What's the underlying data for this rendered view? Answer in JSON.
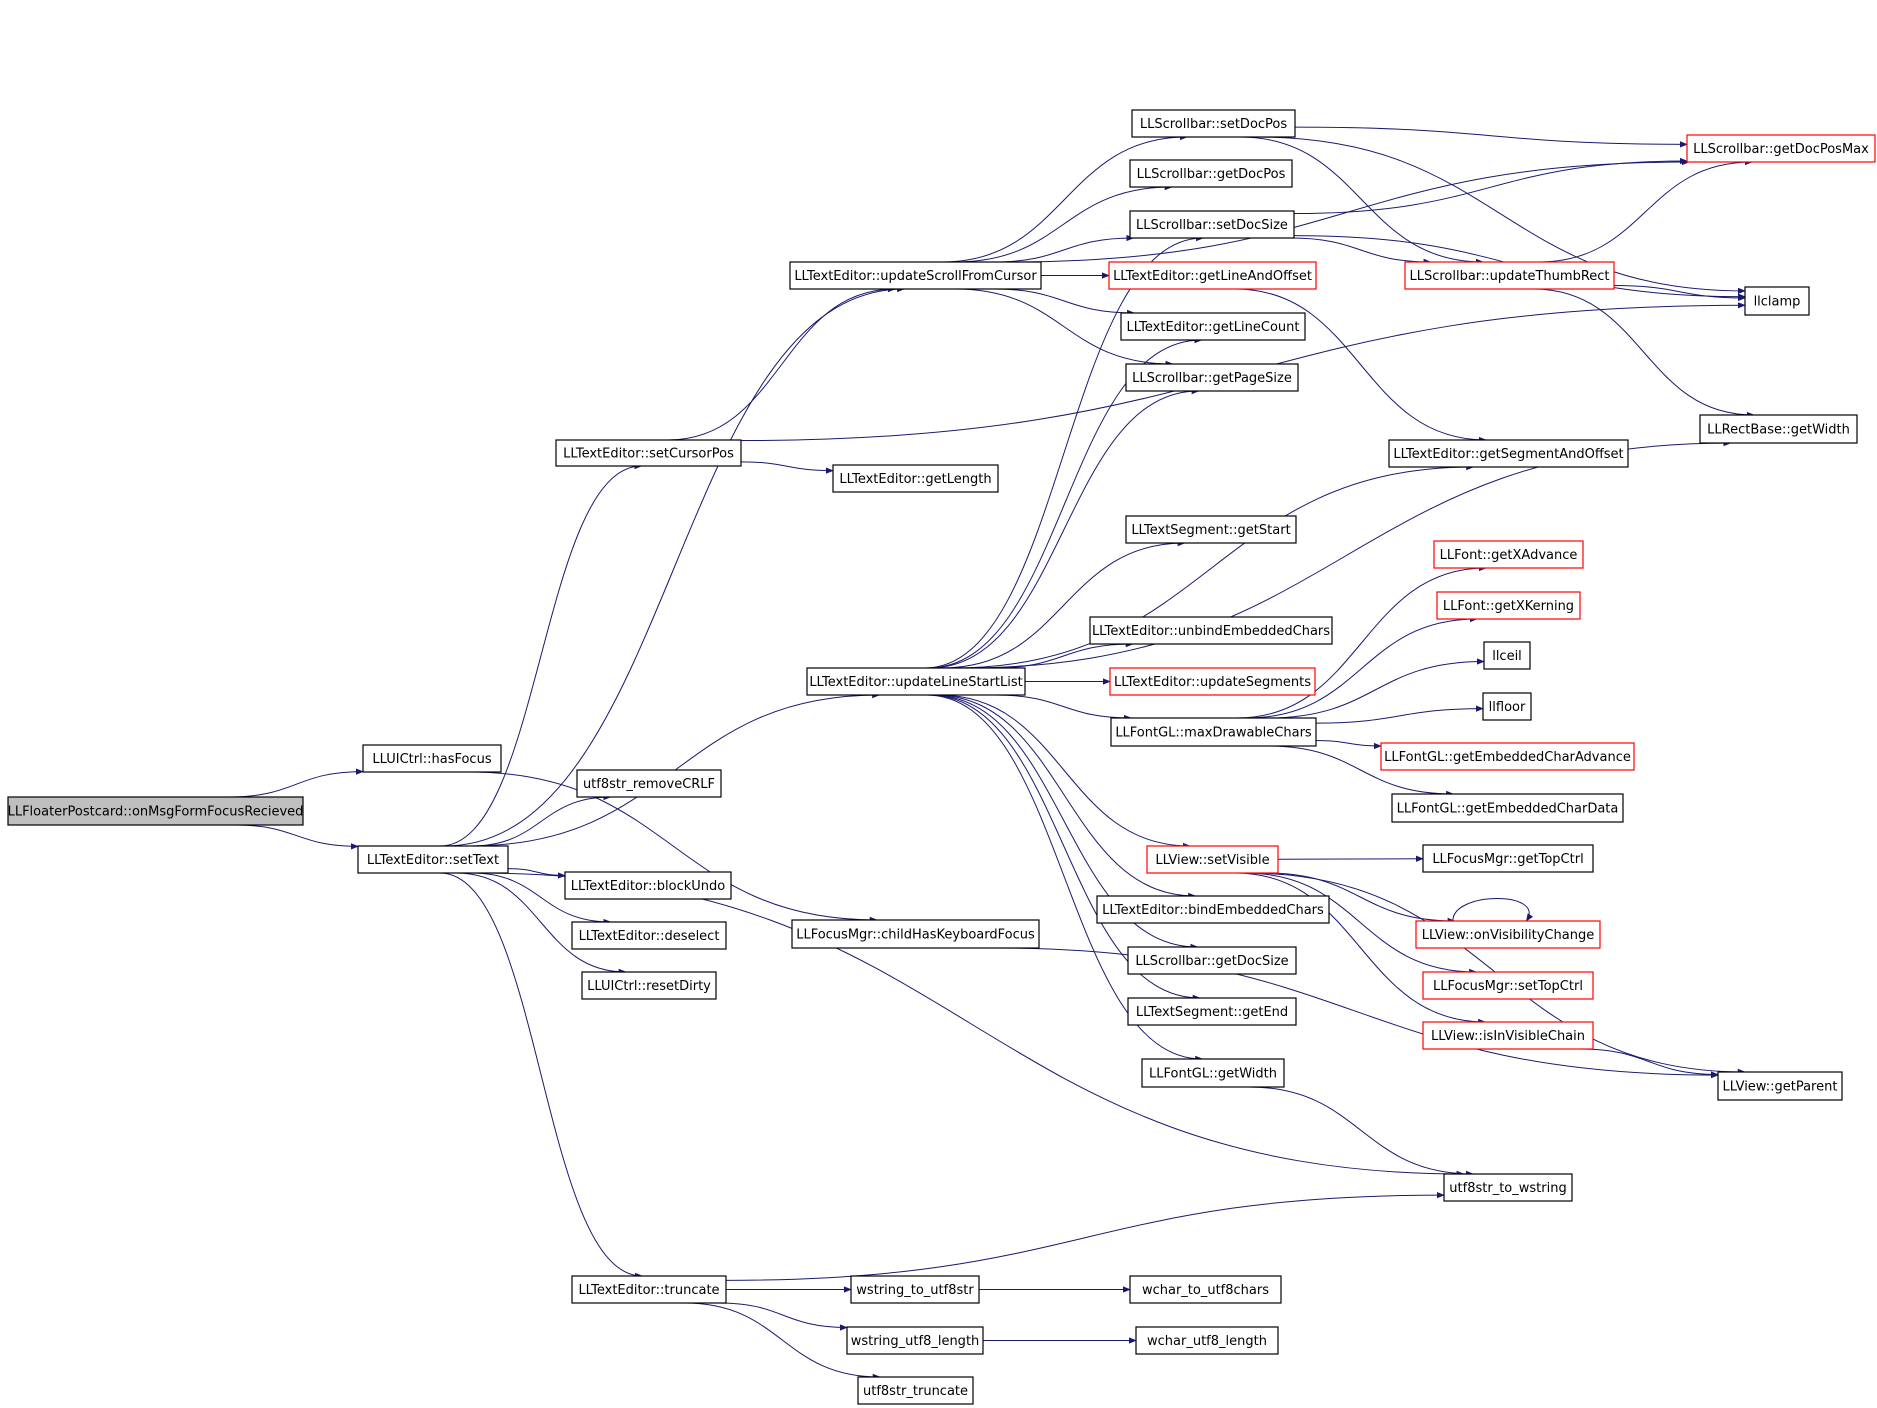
{
  "colors": {
    "edge": "#191970",
    "node_border": "#000000",
    "truncated_node_border": "#ff0000",
    "root_fill": "#bfbfbf"
  },
  "nodes": [
    {
      "id": "root",
      "label": "LLFloaterPostcard::onMsgFormFocusRecieved",
      "root": true
    },
    {
      "id": "hasFocus",
      "label": "LLUICtrl::hasFocus"
    },
    {
      "id": "setText",
      "label": "LLTextEditor::setText"
    },
    {
      "id": "updateScrollFromCursor",
      "label": "LLTextEditor::updateScrollFromCursor"
    },
    {
      "id": "setCursorPos",
      "label": "LLTextEditor::setCursorPos"
    },
    {
      "id": "removeCRLF",
      "label": "utf8str_removeCRLF"
    },
    {
      "id": "blockUndo",
      "label": "LLTextEditor::blockUndo"
    },
    {
      "id": "deselect",
      "label": "LLTextEditor::deselect"
    },
    {
      "id": "resetDirty",
      "label": "LLUICtrl::resetDirty"
    },
    {
      "id": "truncate",
      "label": "LLTextEditor::truncate"
    },
    {
      "id": "getLength",
      "label": "LLTextEditor::getLength"
    },
    {
      "id": "updateLineStartList",
      "label": "LLTextEditor::updateLineStartList"
    },
    {
      "id": "childHasKeyboardFocus",
      "label": "LLFocusMgr::childHasKeyboardFocus"
    },
    {
      "id": "wstringToUtf8str",
      "label": "wstring_to_utf8str"
    },
    {
      "id": "wstringUtf8Length",
      "label": "wstring_utf8_length"
    },
    {
      "id": "utf8strTruncate",
      "label": "utf8str_truncate"
    },
    {
      "id": "sbSetDocPos",
      "label": "LLScrollbar::setDocPos"
    },
    {
      "id": "sbGetDocPos",
      "label": "LLScrollbar::getDocPos"
    },
    {
      "id": "sbSetDocSize",
      "label": "LLScrollbar::setDocSize"
    },
    {
      "id": "getLineAndOffset",
      "label": "LLTextEditor::getLineAndOffset",
      "truncated": true
    },
    {
      "id": "getLineCount",
      "label": "LLTextEditor::getLineCount"
    },
    {
      "id": "sbGetPageSize",
      "label": "LLScrollbar::getPageSize"
    },
    {
      "id": "segGetStart",
      "label": "LLTextSegment::getStart"
    },
    {
      "id": "unbindEmbeddedChars",
      "label": "LLTextEditor::unbindEmbeddedChars"
    },
    {
      "id": "updateSegments",
      "label": "LLTextEditor::updateSegments",
      "truncated": true
    },
    {
      "id": "maxDrawableChars",
      "label": "LLFontGL::maxDrawableChars"
    },
    {
      "id": "setVisible",
      "label": "LLView::setVisible",
      "truncated": true
    },
    {
      "id": "bindEmbeddedChars",
      "label": "LLTextEditor::bindEmbeddedChars"
    },
    {
      "id": "sbGetDocSize",
      "label": "LLScrollbar::getDocSize"
    },
    {
      "id": "segGetEnd",
      "label": "LLTextSegment::getEnd"
    },
    {
      "id": "fontGetWidth",
      "label": "LLFontGL::getWidth"
    },
    {
      "id": "wcharToUtf8chars",
      "label": "wchar_to_utf8chars"
    },
    {
      "id": "wcharUtf8Length",
      "label": "wchar_utf8_length"
    },
    {
      "id": "getDocPosMax",
      "label": "LLScrollbar::getDocPosMax",
      "truncated": true
    },
    {
      "id": "updateThumbRect",
      "label": "LLScrollbar::updateThumbRect",
      "truncated": true
    },
    {
      "id": "getSegmentAndOffset",
      "label": "LLTextEditor::getSegmentAndOffset"
    },
    {
      "id": "getXAdvance",
      "label": "LLFont::getXAdvance",
      "truncated": true
    },
    {
      "id": "getXKerning",
      "label": "LLFont::getXKerning",
      "truncated": true
    },
    {
      "id": "llceil",
      "label": "llceil"
    },
    {
      "id": "llfloor",
      "label": "llfloor"
    },
    {
      "id": "getEmbeddedCharAdvance",
      "label": "LLFontGL::getEmbeddedCharAdvance",
      "truncated": true
    },
    {
      "id": "getEmbeddedCharData",
      "label": "LLFontGL::getEmbeddedCharData"
    },
    {
      "id": "getTopCtrl",
      "label": "LLFocusMgr::getTopCtrl"
    },
    {
      "id": "onVisibilityChange",
      "label": "LLView::onVisibilityChange",
      "truncated": true
    },
    {
      "id": "setTopCtrl",
      "label": "LLFocusMgr::setTopCtrl",
      "truncated": true
    },
    {
      "id": "isInVisibleChain",
      "label": "LLView::isInVisibleChain",
      "truncated": true
    },
    {
      "id": "utf8strToWstring",
      "label": "utf8str_to_wstring"
    },
    {
      "id": "llclamp",
      "label": "llclamp"
    },
    {
      "id": "rectGetWidth",
      "label": "LLRectBase::getWidth"
    },
    {
      "id": "getParent",
      "label": "LLView::getParent"
    }
  ],
  "edges": [
    [
      "root",
      "hasFocus"
    ],
    [
      "root",
      "setText"
    ],
    [
      "hasFocus",
      "childHasKeyboardFocus"
    ],
    [
      "setText",
      "updateScrollFromCursor"
    ],
    [
      "setText",
      "setCursorPos"
    ],
    [
      "setText",
      "removeCRLF"
    ],
    [
      "setText",
      "updateLineStartList"
    ],
    [
      "setText",
      "blockUndo"
    ],
    [
      "setText",
      "deselect"
    ],
    [
      "setText",
      "resetDirty"
    ],
    [
      "setText",
      "truncate"
    ],
    [
      "setText",
      "utf8strToWstring"
    ],
    [
      "setCursorPos",
      "updateScrollFromCursor"
    ],
    [
      "setCursorPos",
      "getLength"
    ],
    [
      "setCursorPos",
      "llclamp"
    ],
    [
      "updateScrollFromCursor",
      "sbSetDocPos"
    ],
    [
      "updateScrollFromCursor",
      "sbGetDocPos"
    ],
    [
      "updateScrollFromCursor",
      "sbSetDocSize"
    ],
    [
      "updateScrollFromCursor",
      "getLineAndOffset"
    ],
    [
      "updateScrollFromCursor",
      "getLineCount"
    ],
    [
      "updateScrollFromCursor",
      "sbGetPageSize"
    ],
    [
      "updateScrollFromCursor",
      "getDocPosMax"
    ],
    [
      "updateLineStartList",
      "sbSetDocSize"
    ],
    [
      "updateLineStartList",
      "getLineCount"
    ],
    [
      "updateLineStartList",
      "sbGetPageSize"
    ],
    [
      "updateLineStartList",
      "getSegmentAndOffset"
    ],
    [
      "updateLineStartList",
      "segGetStart"
    ],
    [
      "updateLineStartList",
      "rectGetWidth"
    ],
    [
      "updateLineStartList",
      "unbindEmbeddedChars"
    ],
    [
      "updateLineStartList",
      "updateSegments"
    ],
    [
      "updateLineStartList",
      "maxDrawableChars"
    ],
    [
      "updateLineStartList",
      "setVisible"
    ],
    [
      "updateLineStartList",
      "bindEmbeddedChars"
    ],
    [
      "updateLineStartList",
      "sbGetDocSize"
    ],
    [
      "updateLineStartList",
      "segGetEnd"
    ],
    [
      "updateLineStartList",
      "fontGetWidth"
    ],
    [
      "sbSetDocPos",
      "getDocPosMax"
    ],
    [
      "sbSetDocPos",
      "updateThumbRect"
    ],
    [
      "sbSetDocPos",
      "llclamp"
    ],
    [
      "sbSetDocSize",
      "getDocPosMax"
    ],
    [
      "sbSetDocSize",
      "updateThumbRect"
    ],
    [
      "sbSetDocSize",
      "llclamp"
    ],
    [
      "updateThumbRect",
      "getDocPosMax"
    ],
    [
      "updateThumbRect",
      "llclamp"
    ],
    [
      "updateThumbRect",
      "rectGetWidth"
    ],
    [
      "getLineAndOffset",
      "getSegmentAndOffset"
    ],
    [
      "maxDrawableChars",
      "getXAdvance"
    ],
    [
      "maxDrawableChars",
      "getXKerning"
    ],
    [
      "maxDrawableChars",
      "llceil"
    ],
    [
      "maxDrawableChars",
      "llfloor"
    ],
    [
      "maxDrawableChars",
      "getEmbeddedCharAdvance"
    ],
    [
      "maxDrawableChars",
      "getEmbeddedCharData"
    ],
    [
      "setVisible",
      "getTopCtrl"
    ],
    [
      "setVisible",
      "onVisibilityChange"
    ],
    [
      "setVisible",
      "setTopCtrl"
    ],
    [
      "setVisible",
      "isInVisibleChain"
    ],
    [
      "setVisible",
      "getParent"
    ],
    [
      "onVisibilityChange",
      "onVisibilityChange"
    ],
    [
      "isInVisibleChain",
      "getParent"
    ],
    [
      "childHasKeyboardFocus",
      "getParent"
    ],
    [
      "fontGetWidth",
      "utf8strToWstring"
    ],
    [
      "truncate",
      "wstringToUtf8str"
    ],
    [
      "truncate",
      "wstringUtf8Length"
    ],
    [
      "truncate",
      "utf8strTruncate"
    ],
    [
      "truncate",
      "utf8strToWstring"
    ],
    [
      "wstringToUtf8str",
      "wcharToUtf8chars"
    ],
    [
      "wstringUtf8Length",
      "wcharUtf8Length"
    ]
  ]
}
